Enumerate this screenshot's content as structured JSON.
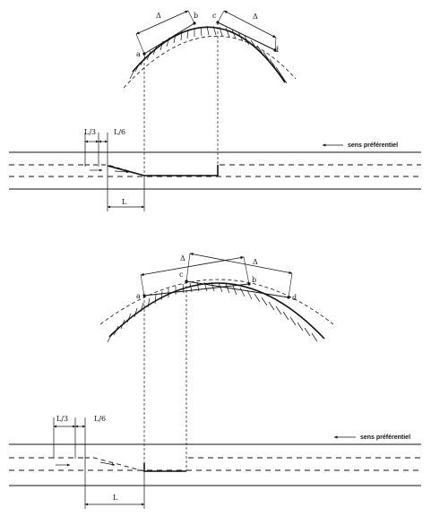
{
  "diagram": {
    "direction_label": "sens préférentiel",
    "panels": [
      {
        "points": [
          "a",
          "b",
          "c",
          "d"
        ],
        "delta_left": "Δ",
        "delta_right": "Δ",
        "dim_l3": "L/3",
        "dim_l6": "L/6",
        "dim_l": "L"
      },
      {
        "points": [
          "a",
          "c",
          "b",
          "d"
        ],
        "delta_left": "Δ",
        "delta_right": "Δ",
        "dim_l3": "L/3",
        "dim_l6": "L/6",
        "dim_l": "L"
      }
    ]
  }
}
